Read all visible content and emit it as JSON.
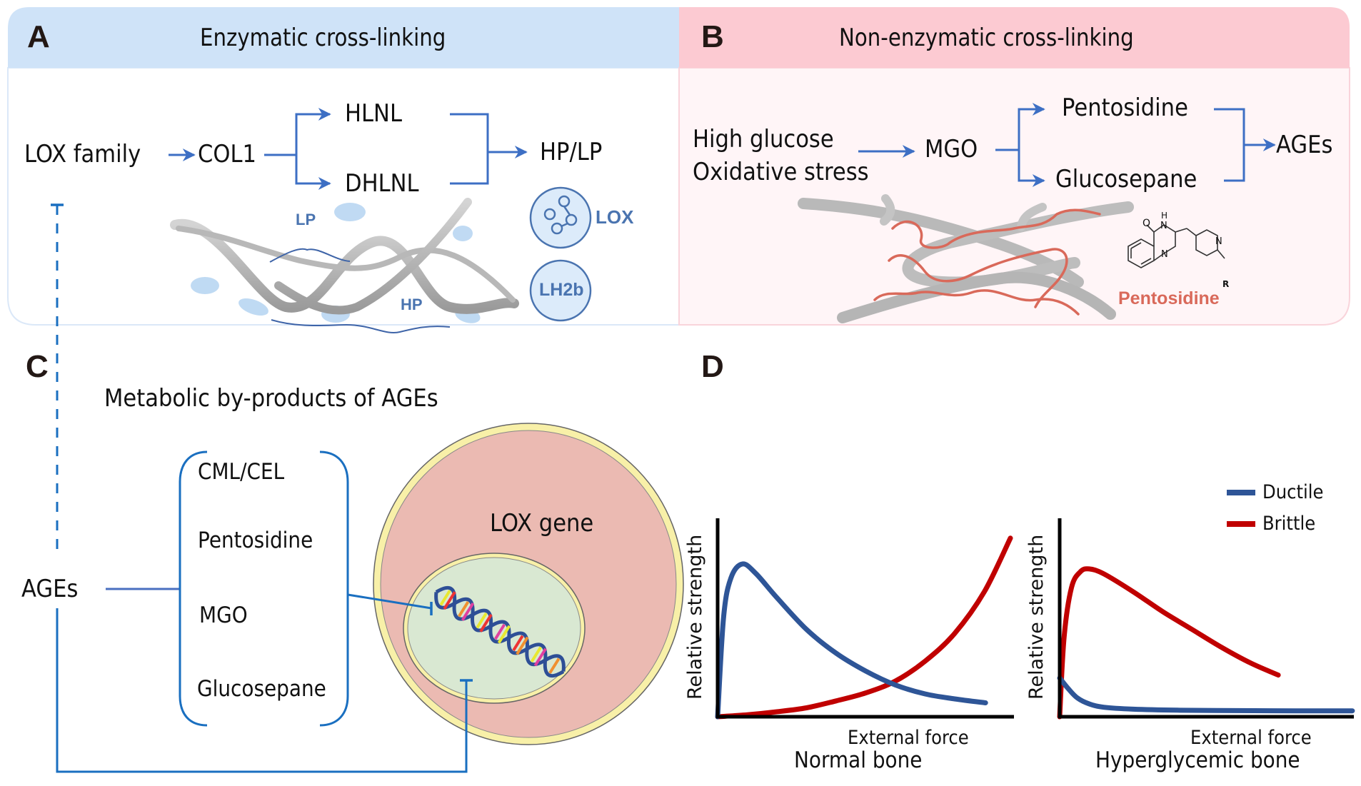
{
  "panel_a": {
    "letter": "A",
    "title": "Enzymatic cross-linking",
    "header_color": "#cfe3f8",
    "pathway": {
      "source": "LOX family",
      "target": "COL1",
      "branches": [
        "HLNL",
        "DHLNL"
      ],
      "product": "HP/LP"
    },
    "fibril_labels": {
      "top_link": "LP",
      "bottom_link": "HP"
    },
    "enzymes": [
      {
        "name": "LOX",
        "icon": "molecule-network-icon"
      },
      {
        "name": "LH2b",
        "icon": "enzyme-circle-icon"
      }
    ]
  },
  "panel_b": {
    "letter": "B",
    "title": "Non-enzymatic cross-linking",
    "header_color": "#fccad2",
    "body_color": "#fff5f7",
    "pathway": {
      "sources": [
        "High glucose",
        "Oxidative stress"
      ],
      "intermediate": "MGO",
      "branches": [
        "Pentosidine",
        "Glucosepane"
      ],
      "product": "AGEs"
    },
    "structure": {
      "atoms": {
        "o": "O",
        "h": "H",
        "n1": "N",
        "n2": "N",
        "n3": "N",
        "r": "R"
      },
      "label": "Pentosidine",
      "label_color": "#d9695a"
    }
  },
  "panel_c": {
    "letter": "C",
    "title": "Metabolic by-products of AGEs",
    "source": "AGEs",
    "byproducts": [
      "CML/CEL",
      "Pentosidine",
      "MGO",
      "Glucosepane"
    ],
    "cell_label": "LOX gene",
    "colors": {
      "line": "#1a6fc0",
      "cytoplasm": "#ebbab2",
      "membrane": "#f8f0a8",
      "nucleus": "#d9e8d2"
    }
  },
  "panel_d": {
    "letter": "D",
    "legend": [
      {
        "label": "Ductile",
        "color": "#2e5597"
      },
      {
        "label": "Brittle",
        "color": "#c00000"
      }
    ]
  },
  "chart_data": [
    {
      "type": "line",
      "title": "Normal bone",
      "xlabel": "External force",
      "ylabel": "Relative strength",
      "xlim": [
        0,
        10
      ],
      "ylim": [
        0,
        10
      ],
      "grid": false,
      "ticks": false,
      "legend_position": "top-right",
      "series": [
        {
          "name": "Ductile",
          "color": "#2e5597",
          "x": [
            0,
            0.2,
            0.45,
            0.84,
            1.3,
            2.0,
            3.0,
            4.0,
            5.0,
            6.0,
            7.0,
            8.0,
            9.04
          ],
          "y": [
            0,
            5.0,
            7.0,
            7.7,
            7.2,
            6.0,
            4.4,
            3.2,
            2.3,
            1.6,
            1.15,
            0.9,
            0.7
          ]
        },
        {
          "name": "Brittle",
          "color": "#c00000",
          "x": [
            0,
            1.0,
            2.0,
            3.0,
            4.0,
            5.0,
            6.0,
            7.0,
            8.0,
            9.0,
            9.88
          ],
          "y": [
            0,
            0.1,
            0.25,
            0.45,
            0.8,
            1.2,
            1.8,
            2.8,
            4.2,
            6.3,
            9.0
          ]
        }
      ]
    },
    {
      "type": "line",
      "title": "Hyperglycemic bone",
      "xlabel": "External force",
      "ylabel": "Relative strength",
      "xlim": [
        0,
        10
      ],
      "ylim": [
        0,
        10
      ],
      "grid": false,
      "ticks": false,
      "series": [
        {
          "name": "Ductile",
          "color": "#2e5597",
          "x": [
            0,
            0.3,
            0.6,
            1.0,
            1.5,
            2.5,
            4.0,
            6.0,
            8.0,
            9.95
          ],
          "y": [
            1.95,
            1.4,
            0.95,
            0.65,
            0.48,
            0.38,
            0.33,
            0.31,
            0.3,
            0.3
          ]
        },
        {
          "name": "Brittle",
          "color": "#c00000",
          "x": [
            0,
            0.15,
            0.4,
            0.7,
            1.0,
            1.5,
            2.5,
            3.5,
            4.5,
            5.5,
            6.5,
            7.43
          ],
          "y": [
            0,
            4.0,
            6.5,
            7.3,
            7.45,
            7.2,
            6.3,
            5.3,
            4.4,
            3.5,
            2.7,
            2.1
          ]
        }
      ]
    }
  ]
}
